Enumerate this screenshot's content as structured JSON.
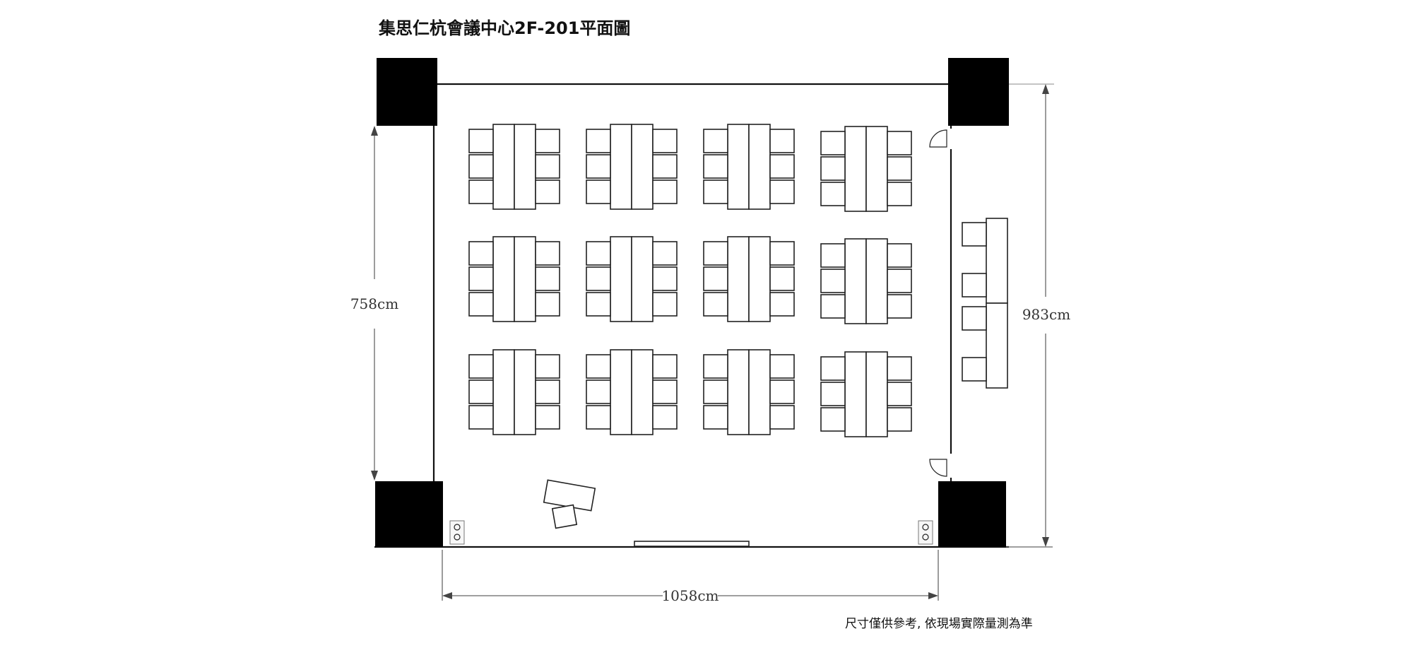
{
  "title": "集思仁杭會議中心2F-201平面圖",
  "note": "尺寸僅供參考, 依現場實際量測為準",
  "dimensions": {
    "left_height": "758cm",
    "right_height": "983cm",
    "bottom_width": "1058cm"
  },
  "colors": {
    "wall": "#111111",
    "pillar": "#000000",
    "dimension": "#666666"
  }
}
